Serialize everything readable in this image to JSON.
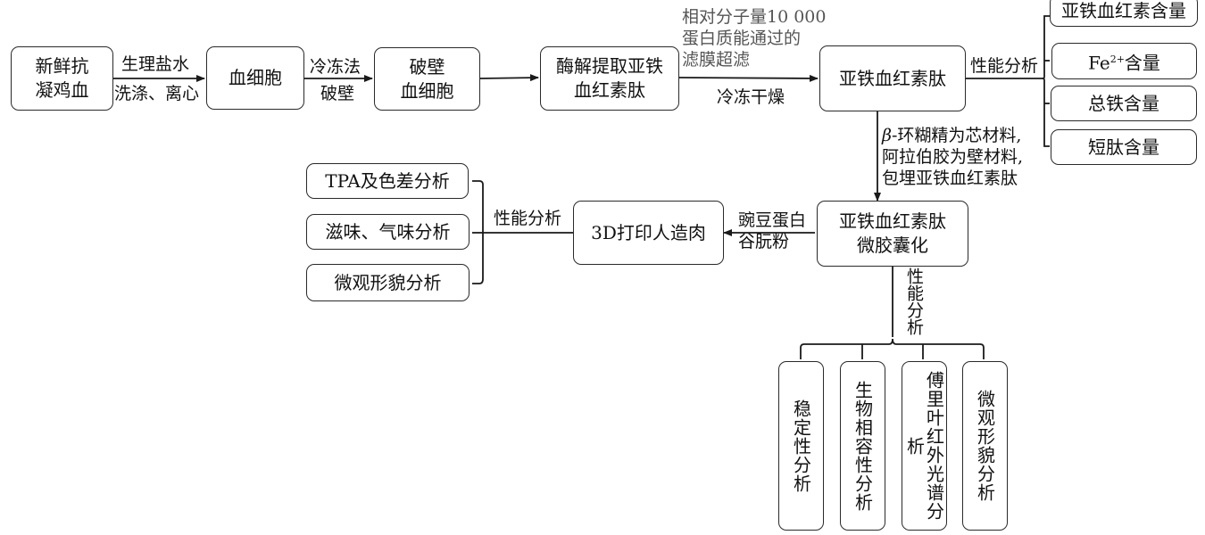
{
  "nodes": {
    "fresh_blood": "新鲜抗\n凝鸡血",
    "blood_cells": "血细胞",
    "broken_cells": "破壁\n血细胞",
    "enzymatic_extract": "酶解提取亚铁\n血红素肽",
    "heme_peptide": "亚铁血红素肽",
    "microcapsule": "亚铁血红素肽\n微胶囊化",
    "printed_meat": "3D打印人造肉"
  },
  "analysis_right": {
    "heme_content": "亚铁血红素含量",
    "fe_prefix": "Fe",
    "fe_sup": "2+",
    "fe_suffix": "含量",
    "total_iron": "总铁含量",
    "short_peptide": "短肽含量"
  },
  "analysis_left": {
    "tpa": "TPA及色差分析",
    "taste": "滋味、气味分析",
    "micro": "微观形貌分析"
  },
  "analysis_bottom": {
    "stability": "稳定性分析",
    "biocompat": "生物相容性分析",
    "ftir": "傅里叶红外光谱分析",
    "morphology": "微观形貌分析"
  },
  "edge_labels": {
    "saline_top": "生理盐水",
    "saline_bottom": "洗涤、离心",
    "freeze_top": "冷冻法",
    "freeze_bottom": "破壁",
    "membrane": "相对分子量10 000\n蛋白质能通过的\n滤膜超滤",
    "freeze_dry": "冷冻干燥",
    "perf_right": "性能分析",
    "beta": "β",
    "cyclodextrin": "-环糊精为芯材料,\n阿拉伯胶为壁材料,\n包埋亚铁血红素肽",
    "pea": "豌豆蛋白\n谷朊粉",
    "perf_left": "性能分析",
    "perf_bottom": "性能分析"
  }
}
